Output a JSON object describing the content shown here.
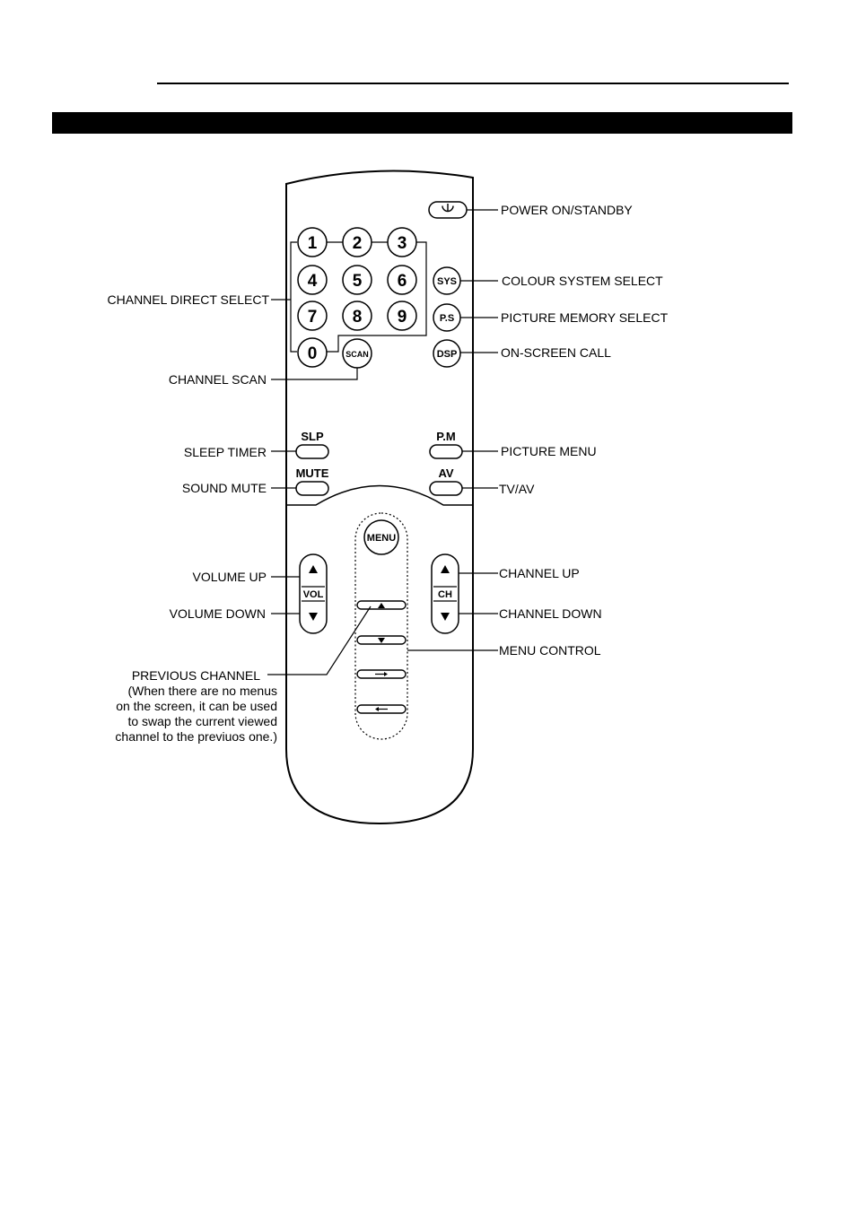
{
  "header": {
    "rule": "",
    "band": ""
  },
  "remote": {
    "digits": [
      "1",
      "2",
      "3",
      "4",
      "5",
      "6",
      "7",
      "8",
      "9",
      "0"
    ],
    "scan_label": "SCAN",
    "sys_label": "SYS",
    "ps_label": "P.S",
    "dsp_label": "DSP",
    "slp_label": "SLP",
    "mute_label": "MUTE",
    "pm_label": "P.M",
    "av_label": "AV",
    "menu_label": "MENU",
    "vol_label": "VOL",
    "ch_label": "CH"
  },
  "callouts": {
    "power": "POWER ON/STANDBY",
    "colour_system": "COLOUR SYSTEM SELECT",
    "picture_memory": "PICTURE MEMORY SELECT",
    "on_screen": "ON-SCREEN CALL",
    "channel_direct": "CHANNEL DIRECT SELECT",
    "channel_scan": "CHANNEL SCAN",
    "sleep_timer": "SLEEP TIMER",
    "picture_menu": "PICTURE MENU",
    "sound_mute": "SOUND MUTE",
    "tv_av": "TV/AV",
    "volume_up": "VOLUME UP",
    "channel_up": "CHANNEL UP",
    "volume_down": "VOLUME DOWN",
    "channel_down": "CHANNEL DOWN",
    "menu_control": "MENU CONTROL",
    "previous_channel": "PREVIOUS CHANNEL",
    "previous_note": [
      "(When there are no menus",
      "on the screen, it can be used",
      "to swap the current viewed",
      "channel to the previuos one.)"
    ]
  }
}
